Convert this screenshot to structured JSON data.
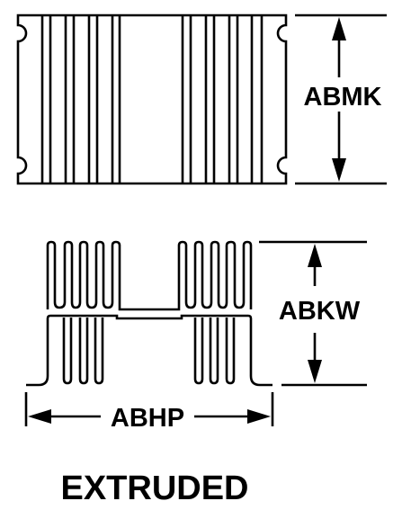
{
  "dimensions": {
    "height_label": "ABMK",
    "width_label": "ABKW",
    "length_label": "ABHP"
  },
  "caption": "EXTRUDED",
  "colors": {
    "stroke": "#000000",
    "background": "#ffffff"
  }
}
